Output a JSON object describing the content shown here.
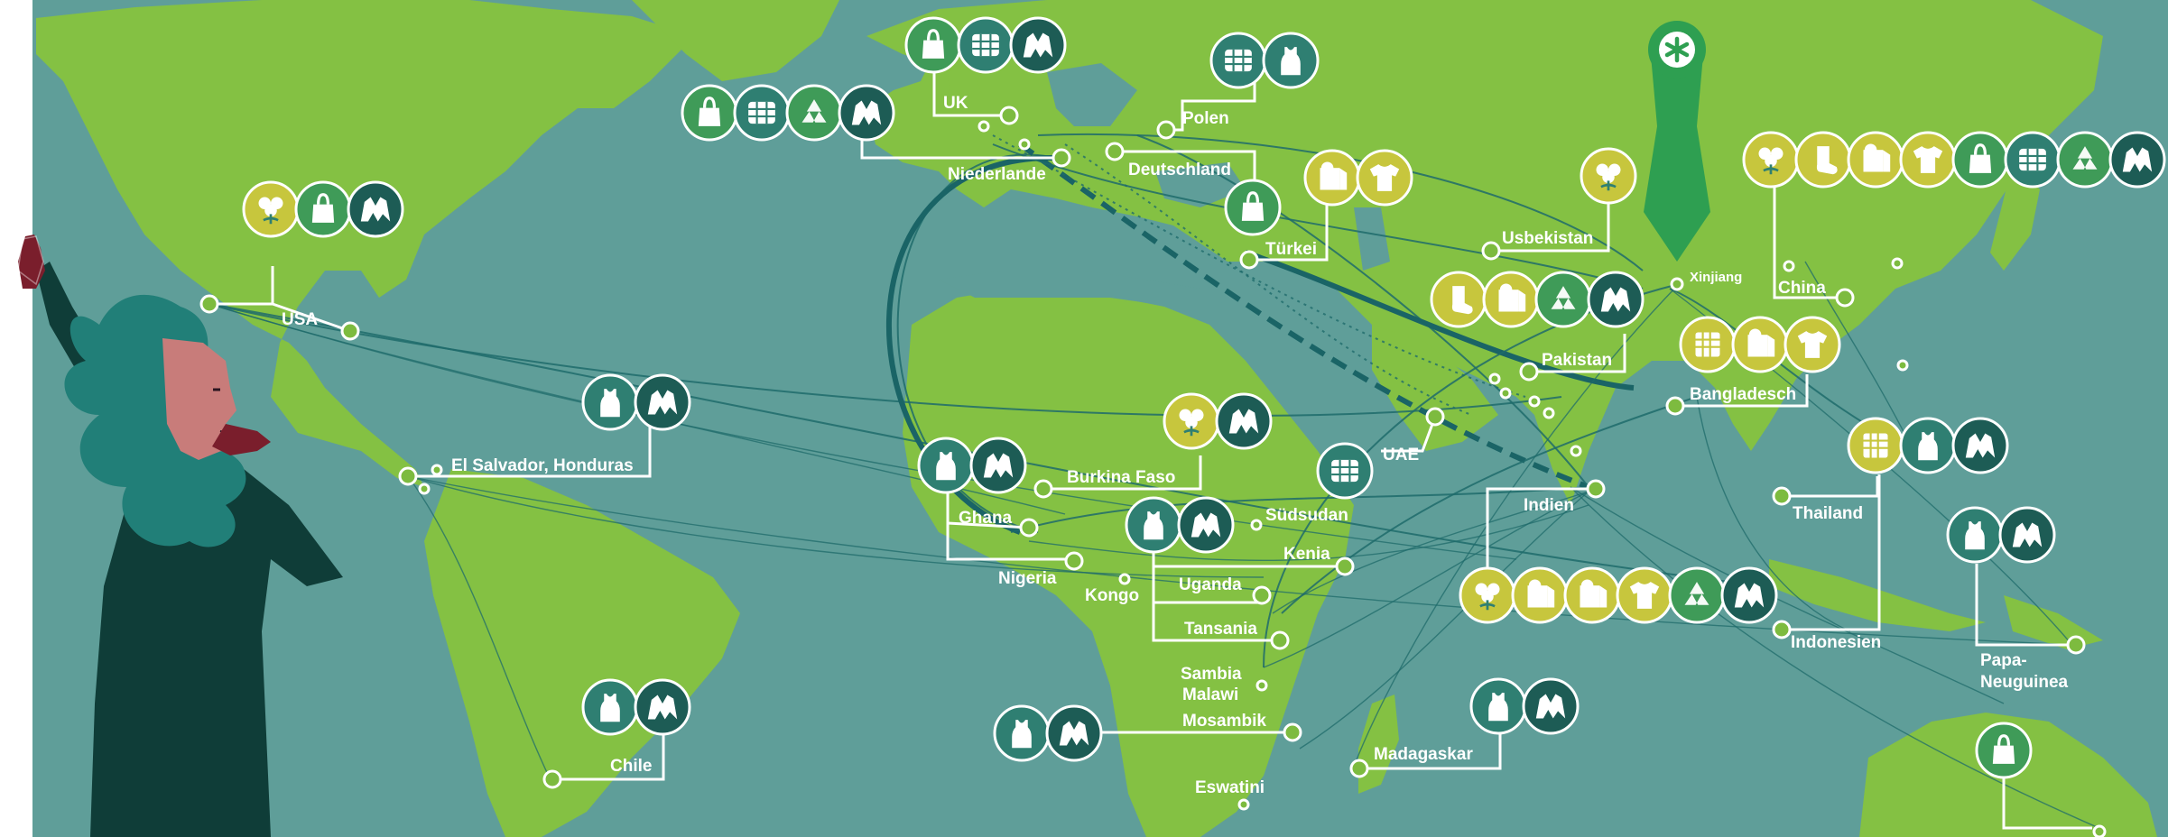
{
  "colors": {
    "ocean": "#5f9e99",
    "land": "#84c143",
    "land_light": "#9ccc4e",
    "flow": "#1f6b6b",
    "badge_dark": "#1d5c55",
    "badge_green": "#3f9b58",
    "badge_yellow": "#c7c63d",
    "badge_teal": "#2f7f72",
    "marker": "#2e9f51"
  },
  "icon_legend": {
    "cotton": "cotton-icon",
    "bag": "tote-bag-icon",
    "bale": "bale-icon",
    "recycle": "recycle-icon",
    "waste": "textile-waste-icon",
    "shirt": "tshirt-icon",
    "tank": "tank-top-icon",
    "yarn": "yarn-icon",
    "fabric": "fabric-roll-icon",
    "sock": "sock-icon"
  },
  "locations": [
    {
      "id": "usa",
      "label": "USA",
      "icons": [
        "cotton",
        "bag",
        "waste"
      ]
    },
    {
      "id": "el-salvador-honduras",
      "label": "El Salvador, Honduras",
      "icons": [
        "tank",
        "waste"
      ]
    },
    {
      "id": "chile",
      "label": "Chile",
      "icons": [
        "tank",
        "waste"
      ]
    },
    {
      "id": "uk",
      "label": "UK",
      "icons": [
        "bag",
        "bale",
        "waste"
      ]
    },
    {
      "id": "niederlande",
      "label": "Niederlande",
      "icons": [
        "bag",
        "bale",
        "recycle",
        "waste"
      ]
    },
    {
      "id": "polen",
      "label": "Polen",
      "icons": [
        "bale",
        "tank"
      ]
    },
    {
      "id": "deutschland",
      "label": "Deutschland",
      "icons": []
    },
    {
      "id": "tuerkei",
      "label": "Türkei",
      "icons": [
        "bag",
        "fabric",
        "shirt"
      ]
    },
    {
      "id": "ghana",
      "label": "Ghana",
      "icons": [
        "tank",
        "waste"
      ]
    },
    {
      "id": "nigeria",
      "label": "Nigeria",
      "icons": []
    },
    {
      "id": "burkina-faso",
      "label": "Burkina Faso",
      "icons": [
        "cotton",
        "waste"
      ]
    },
    {
      "id": "kongo",
      "label": "Kongo",
      "icons": []
    },
    {
      "id": "suedsudan",
      "label": "Südsudan",
      "icons": []
    },
    {
      "id": "kenia",
      "label": "Kenia",
      "icons": [
        "tank",
        "waste"
      ]
    },
    {
      "id": "uganda",
      "label": "Uganda",
      "icons": []
    },
    {
      "id": "tansania",
      "label": "Tansania",
      "icons": []
    },
    {
      "id": "sambia",
      "label": "Sambia",
      "icons": []
    },
    {
      "id": "malawi",
      "label": "Malawi",
      "icons": []
    },
    {
      "id": "mosambik",
      "label": "Mosambik",
      "icons": [
        "tank",
        "waste"
      ]
    },
    {
      "id": "eswatini",
      "label": "Eswatini",
      "icons": []
    },
    {
      "id": "madagaskar",
      "label": "Madagaskar",
      "icons": [
        "tank",
        "waste"
      ]
    },
    {
      "id": "uae",
      "label": "UAE",
      "icons": [
        "bale"
      ]
    },
    {
      "id": "usbekistan",
      "label": "Usbekistan",
      "icons": [
        "cotton"
      ]
    },
    {
      "id": "pakistan",
      "label": "Pakistan",
      "icons": [
        "sock",
        "fabric",
        "recycle",
        "waste"
      ]
    },
    {
      "id": "indien",
      "label": "Indien",
      "icons": [
        "cotton",
        "fabric",
        "fabric",
        "shirt",
        "recycle",
        "waste"
      ]
    },
    {
      "id": "xinjiang",
      "label": "Xinjiang",
      "icons": []
    },
    {
      "id": "china",
      "label": "China",
      "icons": [
        "cotton",
        "sock",
        "fabric",
        "shirt",
        "bag",
        "bale",
        "recycle",
        "waste"
      ]
    },
    {
      "id": "bangladesch",
      "label": "Bangladesch",
      "icons": [
        "yarn",
        "fabric",
        "shirt"
      ]
    },
    {
      "id": "thailand",
      "label": "Thailand",
      "icons": [
        "yarn",
        "tank",
        "waste"
      ]
    },
    {
      "id": "indonesien",
      "label": "Indonesien",
      "icons": []
    },
    {
      "id": "papua-neuguinea",
      "label_line1": "Papa-",
      "label_line2": "Neuguinea",
      "icons": [
        "tank",
        "waste"
      ]
    },
    {
      "id": "australien",
      "label": "",
      "icons": [
        "bag"
      ]
    }
  ]
}
